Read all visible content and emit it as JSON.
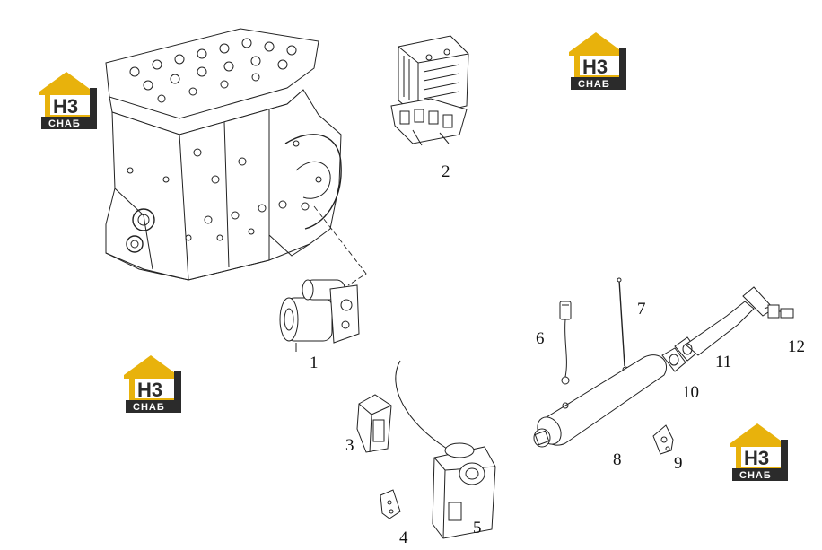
{
  "logo": {
    "mark": "H3",
    "brand": "CHAБ",
    "colors": {
      "yellow": "#e8b20c",
      "dark": "#2b2b2b",
      "white": "#ffffff"
    }
  },
  "parts": [
    {
      "id": "1",
      "label": "1"
    },
    {
      "id": "2",
      "label": "2"
    },
    {
      "id": "3",
      "label": "3"
    },
    {
      "id": "4",
      "label": "4"
    },
    {
      "id": "5",
      "label": "5"
    },
    {
      "id": "6",
      "label": "6"
    },
    {
      "id": "7",
      "label": "7"
    },
    {
      "id": "8",
      "label": "8"
    },
    {
      "id": "9",
      "label": "9"
    },
    {
      "id": "10",
      "label": "10"
    },
    {
      "id": "11",
      "label": "11"
    },
    {
      "id": "12",
      "label": "12"
    }
  ]
}
